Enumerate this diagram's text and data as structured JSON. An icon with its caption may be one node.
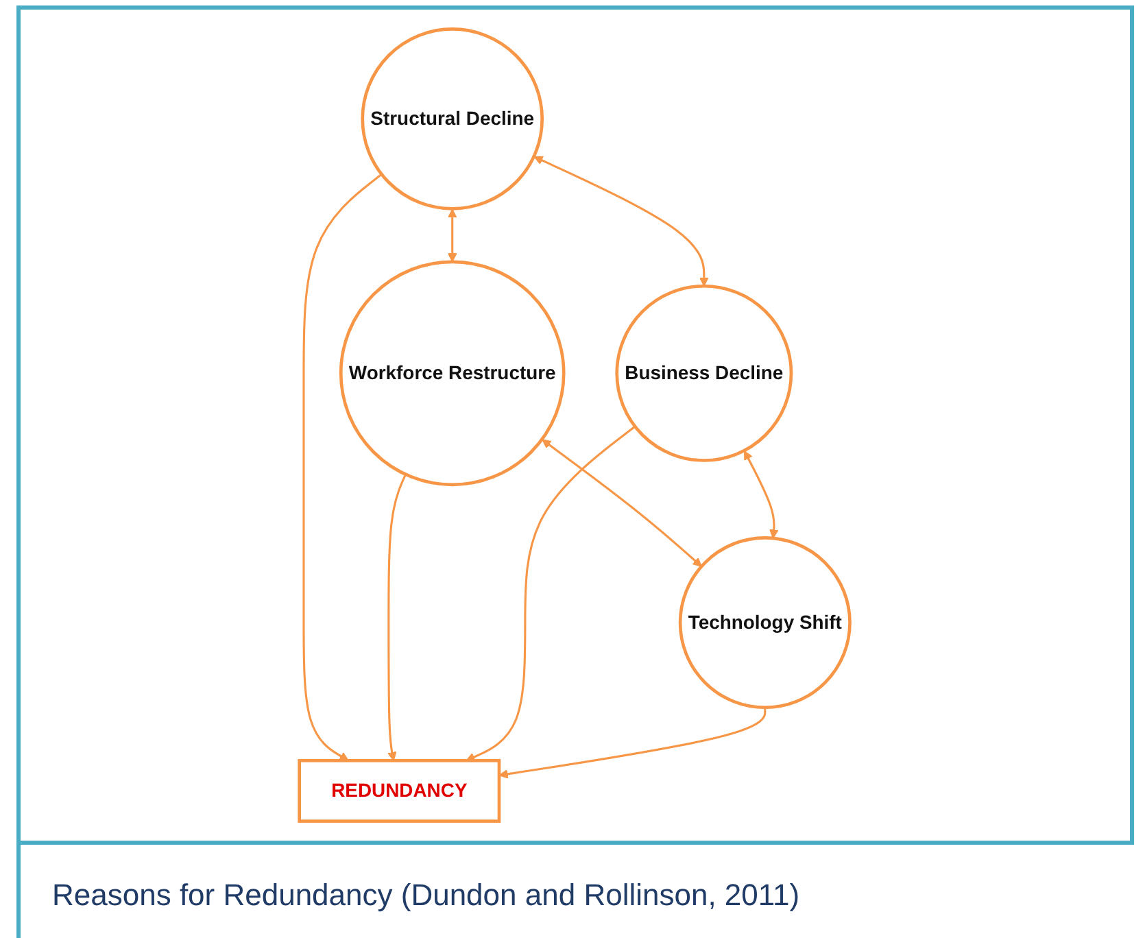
{
  "diagram": {
    "caption": "Reasons for Redundancy (Dundon and Rollinson, 2011)",
    "nodes": [
      {
        "text": [
          "Structural Decline"
        ]
      },
      {
        "text": [
          "Workforce Restructure"
        ]
      },
      {
        "text": [
          "REDUNDANCY"
        ]
      },
      {
        "text": [
          "Business Decline"
        ]
      },
      {
        "text": [
          "Technology Shift"
        ]
      }
    ],
    "edges": [
      {
        "from": 0,
        "to": 1,
        "arrow": "both"
      },
      {
        "from": 0,
        "to": 3,
        "arrow": "both"
      },
      {
        "from": 1,
        "to": 4,
        "arrow": "both"
      },
      {
        "from": 3,
        "to": 4,
        "arrow": "both"
      },
      {
        "from": 0,
        "to": 2,
        "arrow": "to"
      },
      {
        "from": 1,
        "to": 2,
        "arrow": "to"
      },
      {
        "from": 3,
        "to": 2,
        "arrow": "to"
      },
      {
        "from": 4,
        "to": 2,
        "arrow": "to"
      }
    ]
  }
}
